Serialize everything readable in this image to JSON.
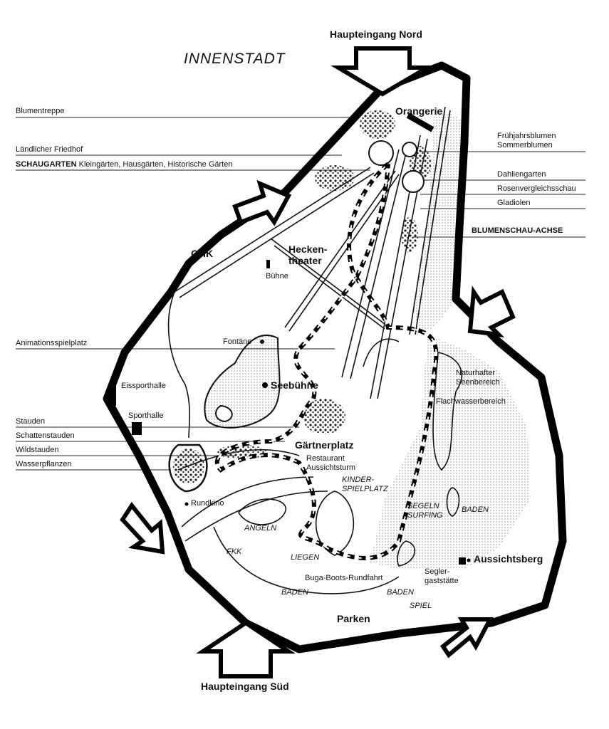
{
  "map": {
    "district": "INNENSTADT",
    "entrances": {
      "north": "Haupteingang Nord",
      "south": "Haupteingang Süd"
    },
    "left_labels": [
      {
        "text": "Blumentreppe"
      },
      {
        "text": "Ländlicher Friedhof"
      },
      {
        "bold": "SCHAUGARTEN",
        "text": "Kleingärten, Hausgärten, Historische Gärten"
      },
      {
        "text": "Animationsspielplatz"
      },
      {
        "text": "Stauden"
      },
      {
        "text": "Schattenstauden"
      },
      {
        "text": "Wildstauden"
      },
      {
        "text": "Wasserpflanzen"
      }
    ],
    "right_labels": [
      {
        "text": "Frühjahrsblumen"
      },
      {
        "text": "Sommerblumen"
      },
      {
        "text": "Dahliengarten"
      },
      {
        "text": "Rosenvergleichsschau"
      },
      {
        "text": "Gladiolen"
      },
      {
        "text": "BLUMENSCHAU-ACHSE"
      }
    ],
    "places": {
      "orangerie": "Orangerie",
      "ghk": "GHK",
      "heckentheater_1": "Hecken-",
      "heckentheater_2": "theater",
      "buehne": "Bühne",
      "fontaene": "Fontäne",
      "seebuehne": "Seebühne",
      "eissporthalle": "Eissporthalle",
      "sporthalle": "Sporthalle",
      "gaertnerplatz": "Gärtnerplatz",
      "restaurant": "Restaurant",
      "aussichtsturm": "Aussichtsturm",
      "rundkino": "Rundkino",
      "naturhafter_1": "Naturhafter",
      "naturhafter_2": "Seenbereich",
      "flachwasser": "Flachwasserbereich",
      "kinder_1": "KINDER-",
      "kinder_2": "SPIELPLATZ",
      "segeln": "SEGELN",
      "surfing": "SURFING",
      "baden_right": "BADEN",
      "angeln": "ANGELN",
      "fkk": "FKK",
      "liegen": "LIEGEN",
      "boots": "Buga-Boots-Rundfahrt",
      "baden_left": "BADEN",
      "baden_mid": "BADEN",
      "spiel": "SPIEL",
      "segler_1": "Segler-",
      "segler_2": "gaststätte",
      "aussichtsberg": "Aussichtsberg",
      "parken": "Parken"
    }
  }
}
